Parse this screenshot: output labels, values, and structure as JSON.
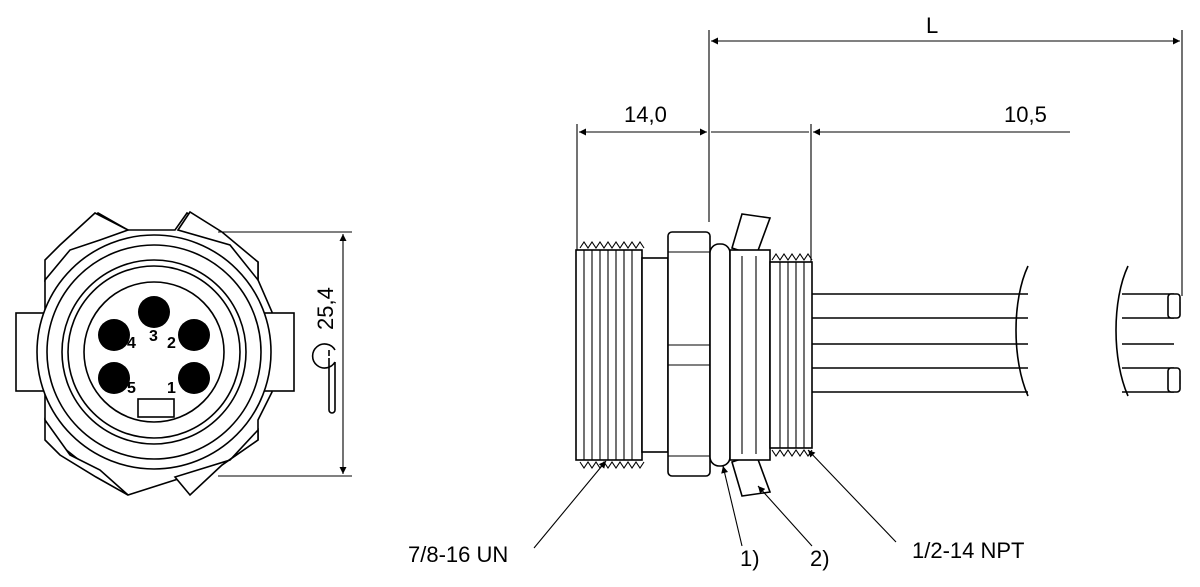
{
  "front_view": {
    "dimension_label": "25,4",
    "pins": [
      "1",
      "2",
      "3",
      "4",
      "5"
    ]
  },
  "side_view": {
    "dimensions": {
      "overall": "L",
      "thread_length": "14,0",
      "npt_length": "10,5"
    },
    "callouts": {
      "un_thread": "7/8-16 UN",
      "note_1": "1)",
      "note_2": "2)",
      "npt_thread": "1/2-14 NPT"
    }
  },
  "colors": {
    "line": "#000000",
    "background": "#ffffff"
  }
}
